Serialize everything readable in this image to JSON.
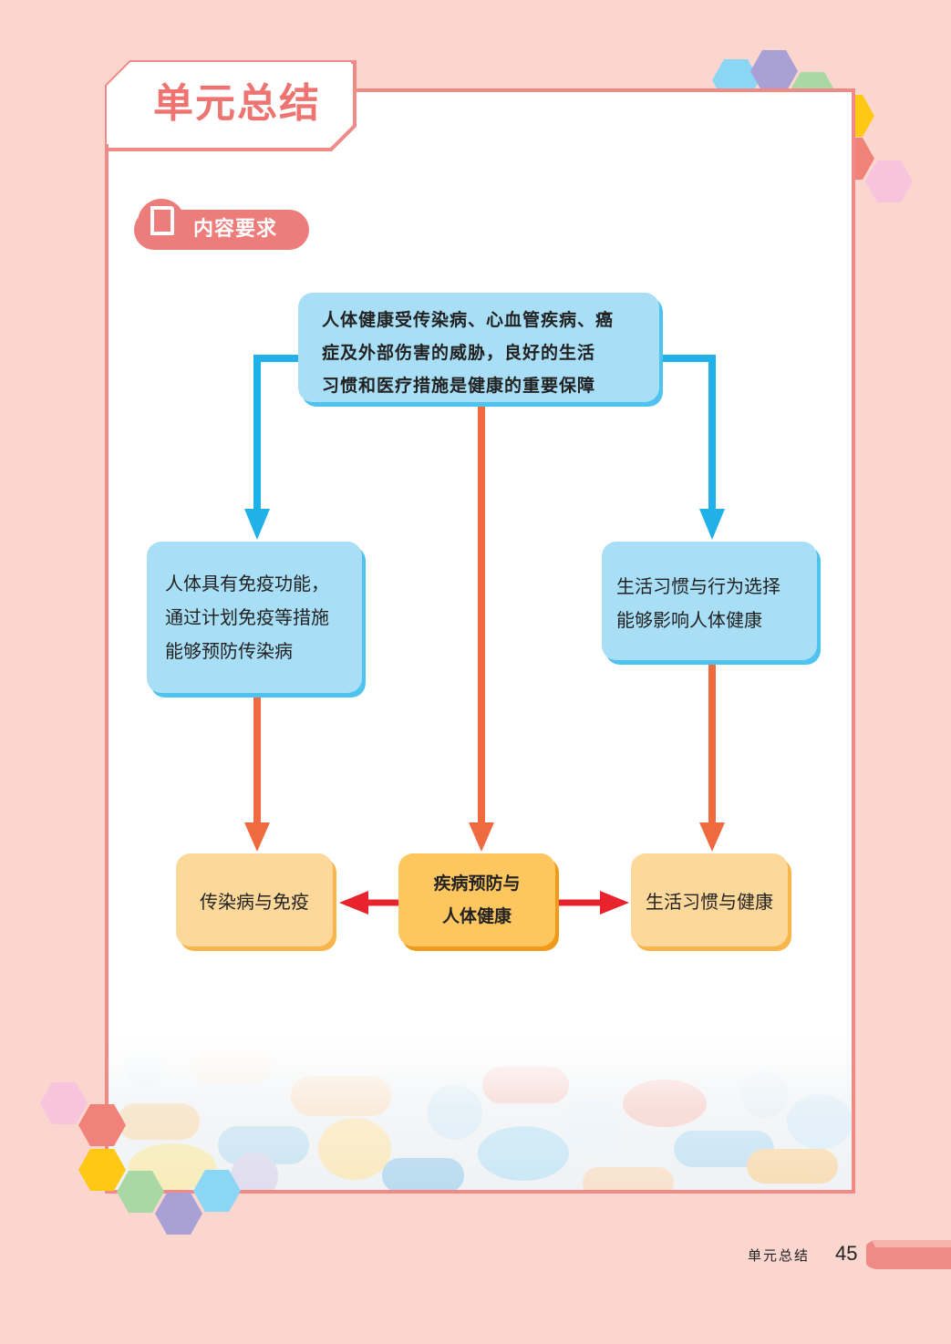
{
  "title": "单元总结",
  "section": {
    "label": "内容要求",
    "icon": "book-icon"
  },
  "flowchart": {
    "top_box": [
      "人体健康受传染病、心血管疾病、癌",
      "症及外部伤害的威胁，良好的生活",
      "习惯和医疗措施是健康的重要保障"
    ],
    "left_box": [
      "人体具有免疫功能，",
      "通过计划免疫等措施",
      "能够预防传染病"
    ],
    "right_box": [
      "生活习惯与行为选择",
      "能够影响人体健康"
    ],
    "bottom_left": "传染病与免疫",
    "bottom_center": [
      "疾病预防与",
      "人体健康"
    ],
    "bottom_right": "生活习惯与健康"
  },
  "footer": {
    "label": "单元总结",
    "page": "45"
  },
  "colors": {
    "background": "#fbd6cf",
    "frame": "#ef8a86",
    "blue_arrow": "#1fb1e8",
    "orange_arrow": "#ef6a3f",
    "red_arrow": "#e8232e",
    "blue_box": "#a9dff6",
    "orange_box": "#fdd89b"
  }
}
